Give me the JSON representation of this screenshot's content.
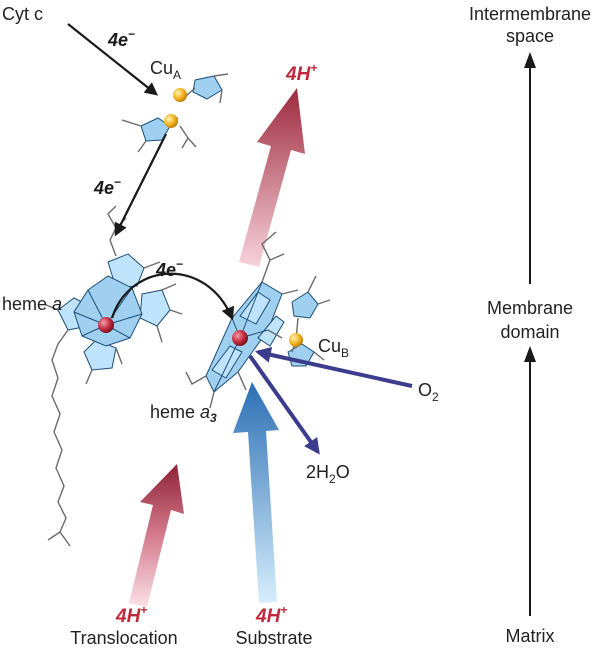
{
  "labels": {
    "cyt_c": "Cyt c",
    "cu_a": "Cu",
    "cu_a_sub": "A",
    "cu_b": "Cu",
    "cu_b_sub": "B",
    "heme_a_pre": "heme ",
    "heme_a_var": "a",
    "heme_a3_pre": "heme ",
    "heme_a3_var": "a",
    "heme_a3_sub": "3",
    "o2": "O",
    "o2_sub": "2",
    "water_pre": "2H",
    "water_sub": "2",
    "water_post": "O"
  },
  "electron_transfers": [
    {
      "label": "4e",
      "charge": "−"
    },
    {
      "label": "4e",
      "charge": "−"
    },
    {
      "label": "4e",
      "charge": "−"
    }
  ],
  "protons": {
    "top": {
      "label": "4H",
      "charge": "+"
    },
    "translocation": {
      "label": "4H",
      "charge": "+",
      "caption": "Translocation"
    },
    "substrate": {
      "label": "4H",
      "charge": "+",
      "caption": "Substrate"
    }
  },
  "axis": {
    "top": [
      "Intermembrane",
      "space"
    ],
    "middle": [
      "Membrane",
      "domain"
    ],
    "bottom": "Matrix"
  },
  "colors": {
    "proton_red": "#c0283b",
    "blue_arrow": "#3c3c8c",
    "ring_fill": "#9fd0f0",
    "copper": "#f2b01e",
    "iron": "#c0283b"
  }
}
